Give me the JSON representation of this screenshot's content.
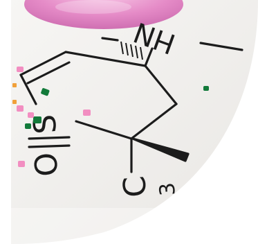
{
  "photo": {
    "hn_label": "HN",
    "s_label": "S",
    "o_label": "O",
    "c_label": "C",
    "sub_label": "3"
  },
  "colors": {
    "paper": "#f4f3f1",
    "ink": "#1c1c1c",
    "pink_glass": "#eea6d2",
    "green": "#127a3a",
    "pink": "#f28ec1",
    "orange": "#f0a03a"
  },
  "icons": [
    "molecule-illustration",
    "pink-sugar-sprinkle",
    "green-sugar-sprinkle"
  ]
}
